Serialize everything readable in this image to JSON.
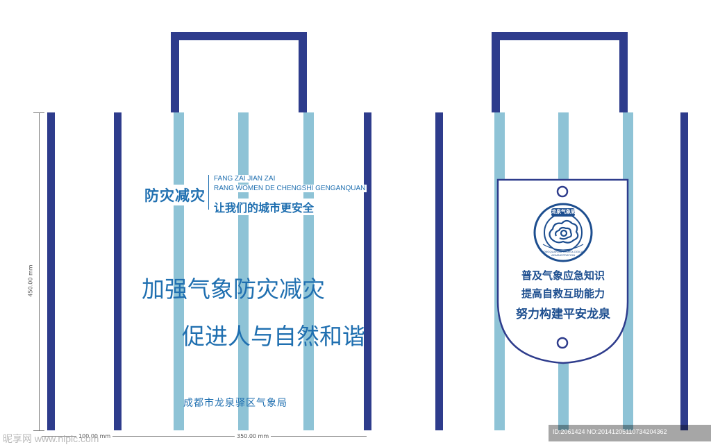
{
  "dimensions": {
    "height_label": "450.00 mm",
    "width_label": "350.00 mm",
    "small_label": "100.00 mm"
  },
  "front": {
    "title": "防灾减灾",
    "pinyin_line1": "FANG ZAI JIAN ZAI",
    "pinyin_line2": "RANG WOMEN DE CHENGSHI GENGANQUAN",
    "subtitle": "让我们的城市更安全",
    "slogan_line1": "加强气象防灾减灾",
    "slogan_line2": "促进人与自然和谐",
    "org": "成都市龙泉驿区气象局"
  },
  "back": {
    "logo_text": "龙泉气象局",
    "logo_ring_text": "LONGQUAN METEOROLOGICAL ADMINISTRATION",
    "line1": "普及气象应急知识",
    "line2": "提高自救互助能力",
    "line3": "努力构建平安龙泉"
  },
  "watermark": {
    "left": "昵享网 www.nipic.com",
    "right": "ID:2061424 NO:20141205110734204362"
  },
  "colors": {
    "dark_stripe": "#2e3c8c",
    "light_stripe": "#8ec3d6",
    "text_blue": "#1f6fb0",
    "navy": "#1d4e8f"
  }
}
